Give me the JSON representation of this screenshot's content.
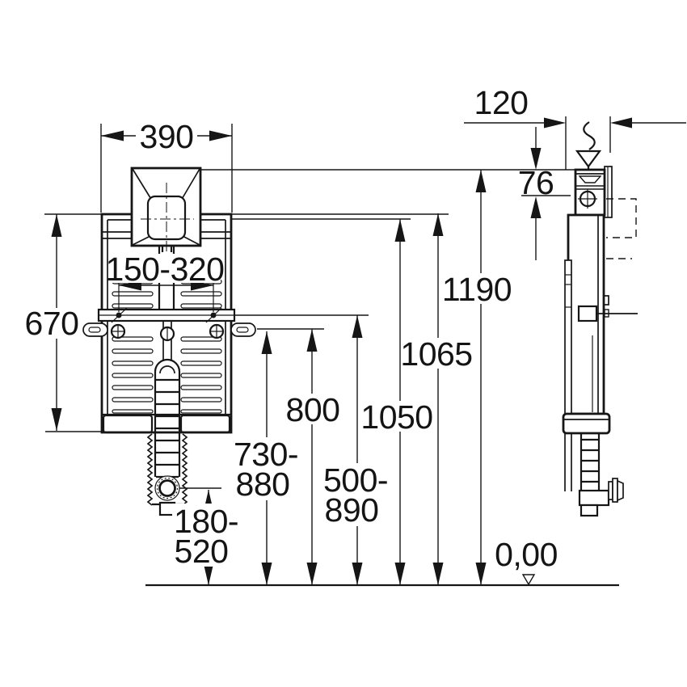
{
  "drawing": {
    "type": "installation-dimension-diagram",
    "subject": "concealed cistern frame, front and side elevation",
    "colors": {
      "line": "#161616",
      "background": "#ffffff"
    },
    "icons": [
      "water-supply-icon",
      "datum-level-icon"
    ]
  },
  "dims": {
    "front_width": "390",
    "flush_plate_adjust": "150-320",
    "frame_height": "670",
    "outlet_height_line1": "180-",
    "outlet_height_line2": "520",
    "bracket_range_line1": "730-",
    "bracket_range_line2": "880",
    "height_800": "800",
    "supply_range_line1": "500-",
    "supply_range_line2": "890",
    "height_1050": "1050",
    "height_1065": "1065",
    "height_1190": "1190",
    "depth": "120",
    "top_clearance": "76",
    "floor_level": "0,00"
  }
}
